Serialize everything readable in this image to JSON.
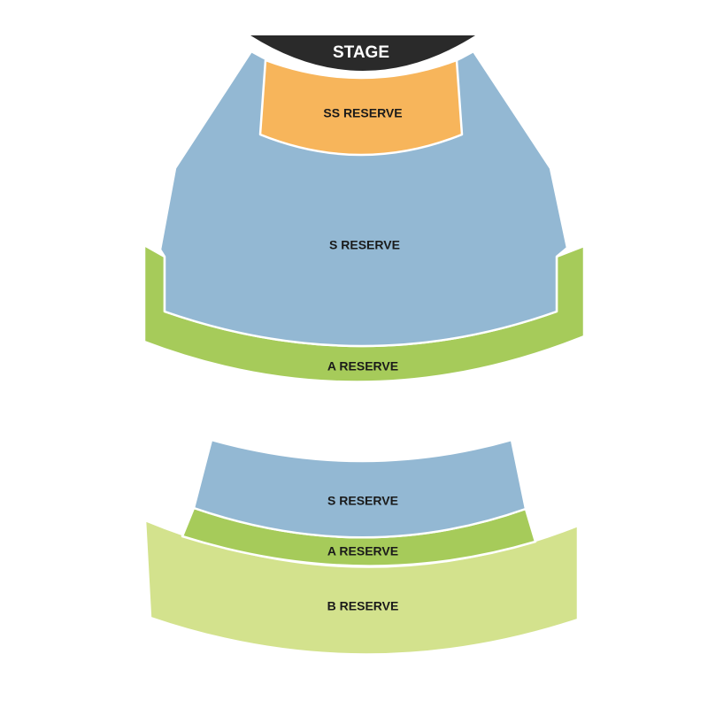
{
  "stage": {
    "label": "STAGE",
    "color": "#2a2a2a"
  },
  "floor": {
    "ss_reserve": {
      "label": "SS RESERVE",
      "color": "#f7b55b"
    },
    "s_reserve": {
      "label": "S RESERVE",
      "color": "#93b8d3"
    },
    "a_reserve": {
      "label": "A RESERVE",
      "color": "#a6cb5a"
    }
  },
  "balcony": {
    "s_reserve": {
      "label": "S RESERVE",
      "color": "#93b8d3"
    },
    "a_reserve": {
      "label": "A RESERVE",
      "color": "#a6cb5a"
    },
    "b_reserve": {
      "label": "B RESERVE",
      "color": "#d3e28d"
    }
  }
}
